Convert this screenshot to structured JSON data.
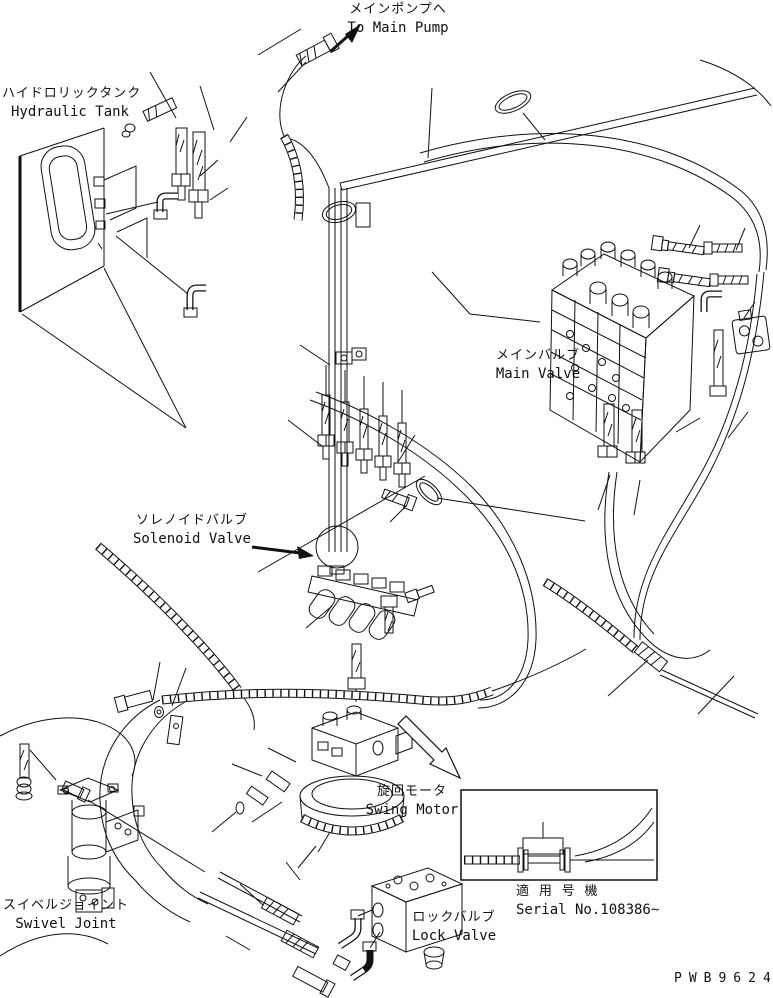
{
  "page": {
    "background": "#ffffff",
    "line_color": "#111111"
  },
  "labels": {
    "to_main_pump": {
      "jp": "メインポンプへ",
      "en": "To Main Pump"
    },
    "hydraulic_tank": {
      "jp": "ハイドロリックタンク",
      "en": "Hydraulic Tank"
    },
    "main_valve": {
      "jp": "メインバルブ",
      "en": "Main Valve"
    },
    "solenoid_valve": {
      "jp": "ソレノイドバルブ",
      "en": "Solenoid Valve"
    },
    "swing_motor": {
      "jp": "旋回モータ",
      "en": "Swing Motor"
    },
    "swivel_joint": {
      "jp": "スイベルジョイント",
      "en": "Swivel Joint"
    },
    "lock_valve": {
      "jp": "ロックバルブ",
      "en": "Lock Valve"
    },
    "serial_note": {
      "jp": "適 用 号 機",
      "en": "Serial No.108386~"
    }
  },
  "drawing_code": "PWB9624",
  "icons": {
    "to_pump_arrow": "filled arrow pointing to upper right",
    "solenoid_pointer_arrow": "filled arrow pointing right at solenoid valve",
    "detail_arrow": "hollow arrow pointing to serial-number detail inset"
  }
}
